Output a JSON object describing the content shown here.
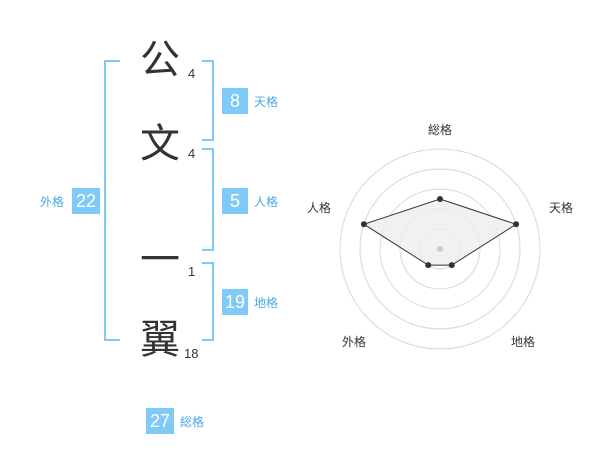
{
  "name": {
    "chars": [
      {
        "char": "公",
        "strokes": "4"
      },
      {
        "char": "文",
        "strokes": "4"
      },
      {
        "char": "一",
        "strokes": "1"
      },
      {
        "char": "翼",
        "strokes": "18"
      }
    ]
  },
  "kakusu": {
    "tenkaku": {
      "value": "8",
      "label": "天格"
    },
    "jinkaku": {
      "value": "5",
      "label": "人格"
    },
    "chikaku": {
      "value": "19",
      "label": "地格"
    },
    "gaikaku": {
      "value": "22",
      "label": "外格"
    },
    "soukaku": {
      "value": "27",
      "label": "総格"
    }
  },
  "colors": {
    "accent": "#7fcaf7",
    "label": "#4aa8e6"
  },
  "chart_data": {
    "type": "radar",
    "axes": [
      "総格",
      "天格",
      "地格",
      "外格",
      "人格"
    ],
    "values": [
      2.5,
      4,
      1,
      1,
      4
    ],
    "range": [
      0,
      5
    ],
    "rings": 5
  }
}
